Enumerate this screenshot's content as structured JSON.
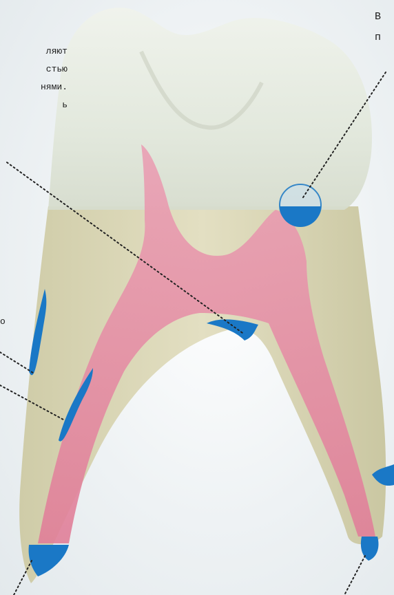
{
  "labels": {
    "left_text": "ляют\nстью\nнями.\nь",
    "left_fragment": "о",
    "right_text": "В\nп"
  },
  "colors": {
    "crown": "#e6ebe0",
    "root": "#ddd9b9",
    "pulp": "#e58aa2",
    "marker": "#1a78c6",
    "pointer": "#222222"
  }
}
